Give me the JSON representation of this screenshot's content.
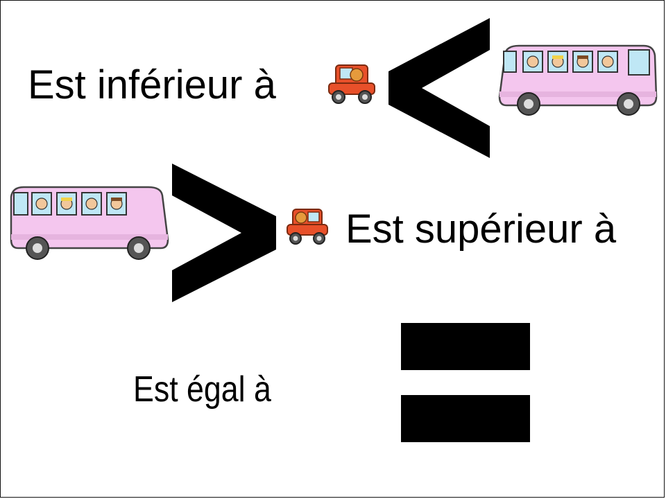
{
  "rows": {
    "less_than": {
      "label": "Est inférieur à",
      "symbol": "<"
    },
    "greater_than": {
      "label": "Est supérieur à",
      "symbol": ">"
    },
    "equal": {
      "label": "Est égal à",
      "symbol": "="
    }
  },
  "illustrations": {
    "bus": "bus-with-passengers",
    "car": "small-car-with-driver",
    "bus_color": "#f4c6ee",
    "car_color": "#e8502a"
  },
  "colors": {
    "background": "#ffffff",
    "text": "#000000",
    "symbol": "#000000"
  }
}
